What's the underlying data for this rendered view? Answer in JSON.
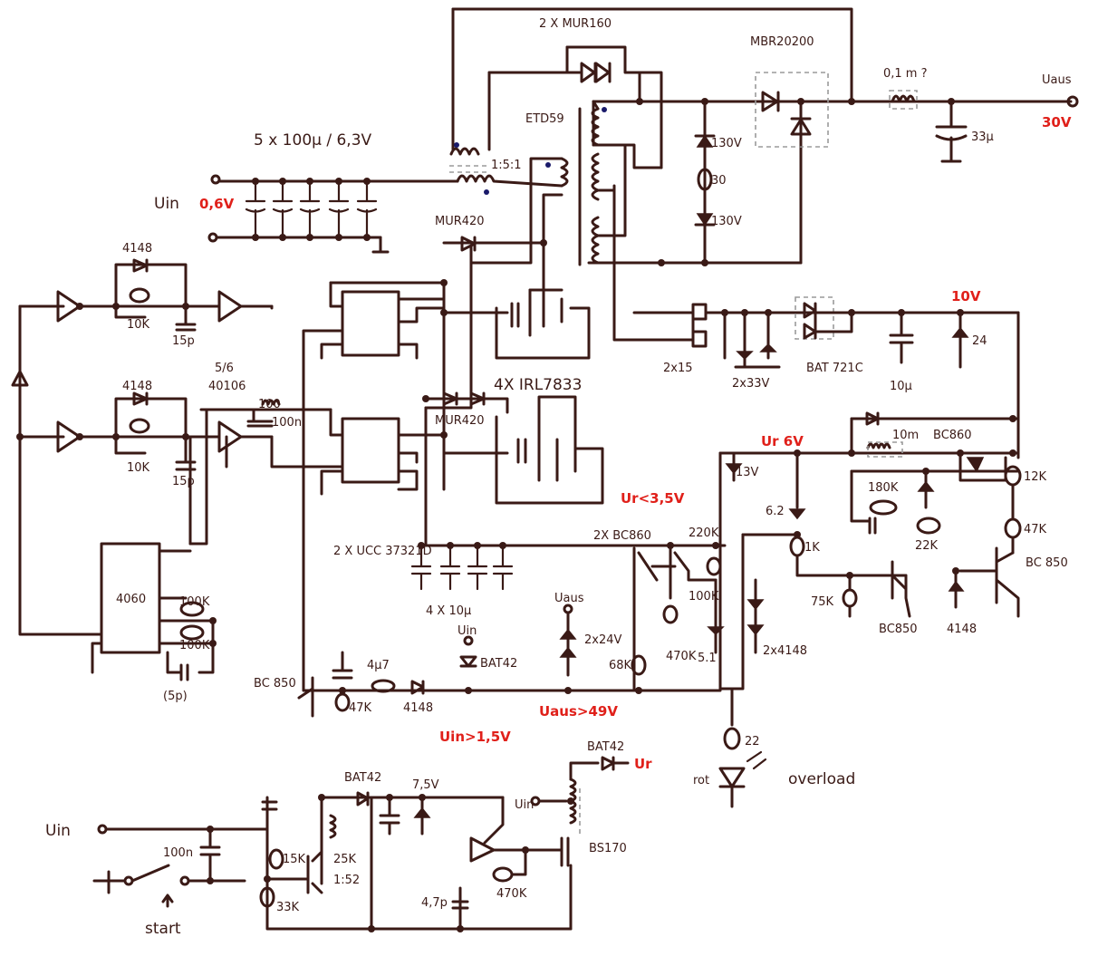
{
  "labels": {
    "mur160": "2 X MUR160",
    "mbr": "MBR20200",
    "l1": "0,1 m ?",
    "vaus": "Uaus",
    "v30": "30V",
    "c33": "33µ",
    "etd": "ETD59",
    "caps_in": "5 x 100µ / 6,3V",
    "ratio": "1:5:1",
    "uin": "Uin",
    "v06": "0,6V",
    "z130a": "130V",
    "r30": "30",
    "z130b": "130V",
    "mur420a": "MUR420",
    "mur420b": "MUR420",
    "ic4148a": "4148",
    "ic4148b": "4148",
    "r10ka": "10K",
    "r10kb": "10K",
    "c15pa": "15p",
    "c15pb": "15p",
    "n56": "5/6",
    "ic40106": "40106",
    "r100": "100",
    "c100n": "100n",
    "irl": "4X IRL7833",
    "r2x15": "2x15",
    "z2x33": "2x33V",
    "bat721": "BAT 721C",
    "v10": "10V",
    "z24": "24",
    "c10m": "10µ",
    "v6": "Ur 6V",
    "r10m": "10m",
    "bc860a": "BC860",
    "z13": "13V",
    "r180k": "180K",
    "r12k": "12K",
    "r22k": "22K",
    "r47k": "47K",
    "v62": "6.2",
    "r1k": "1K",
    "bc850a": "BC 850",
    "r75k": "75K",
    "bc850b": "BC850",
    "d4148c": "4148",
    "vr35": "Ur<3,5V",
    "bc860b": "2X BC860",
    "r220k": "220K",
    "r100k": "100K",
    "r470k": "470K",
    "z51": "5.1",
    "ucc": "2 X UCC 37321D",
    "caps4": "4 X 10µ",
    "ic4060": "4060",
    "r100k2": "100K",
    "r100k3": "100K",
    "c5p": "(5p)",
    "bc850c": "BC 850",
    "c447": "4µ7",
    "r47k2": "47K",
    "d4148d": "4148",
    "uin2": "Uin",
    "bat42a": "BAT42",
    "uaus2": "Uaus",
    "z2x24": "2x24V",
    "r68k": "68K",
    "vaus49": "Uaus>49V",
    "vin15": "Uin>1,5V",
    "d2x4148": "2x4148",
    "r22": "22",
    "rot": "rot",
    "overload": "overload",
    "bat42b": "BAT42",
    "ur": "Ur",
    "bat42c": "BAT42",
    "z75": "7,5V",
    "uin3": "Uin",
    "uin4": "Uin",
    "c100n2": "100n",
    "r15k": "15K",
    "r25k": "25K",
    "n152": "1:52",
    "r33k": "33K",
    "start": "start",
    "bs170": "BS170",
    "c47p": "4,7p",
    "r470k2": "470K"
  },
  "colors": {
    "ink": "#3a1a16",
    "annotation": "#e0201a",
    "winding_dot": "#1a1a6a",
    "dashed": "#9a9a9a"
  }
}
